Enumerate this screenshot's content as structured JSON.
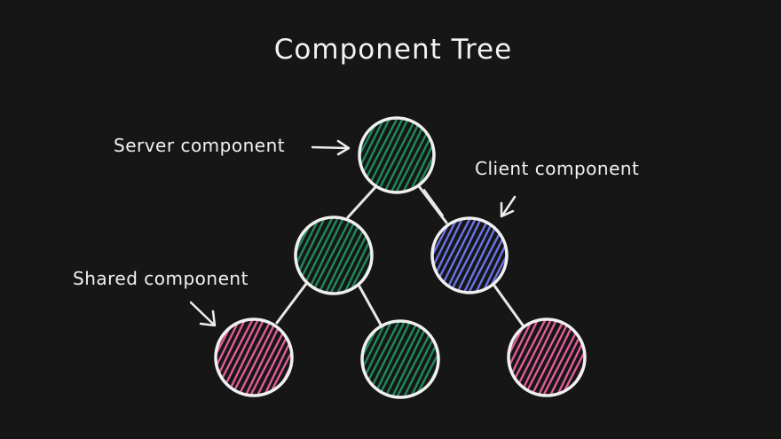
{
  "title": "Component Tree",
  "colors": {
    "background": "#161616",
    "ink": "#f0f0f0",
    "server": "#1f8a5b",
    "client": "#6b74e8",
    "shared": "#e05d97"
  },
  "labels": {
    "server": "Server component",
    "client": "Client component",
    "shared": "Shared component"
  },
  "nodes": [
    {
      "id": "root",
      "kind": "server",
      "parent": null
    },
    {
      "id": "left",
      "kind": "server",
      "parent": "root"
    },
    {
      "id": "right",
      "kind": "client",
      "parent": "root"
    },
    {
      "id": "left-left",
      "kind": "shared",
      "parent": "left"
    },
    {
      "id": "left-right",
      "kind": "server",
      "parent": "left"
    },
    {
      "id": "right-child",
      "kind": "shared",
      "parent": "right"
    }
  ]
}
